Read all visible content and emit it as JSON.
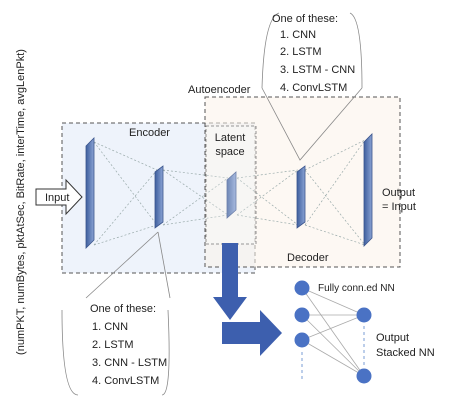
{
  "side_label": "(numPKT, numBytes, pktAtSec, BitRate, interTime, avgLenPkt)",
  "input_label": "Input",
  "autoencoder_label": "Autoencoder",
  "encoder_label": "Encoder",
  "latent_label_line1": "Latent",
  "latent_label_line2": "space",
  "decoder_label": "Decoder",
  "output_label_line1": "Output",
  "output_label_line2": "= Input",
  "top_options": {
    "title": "One of these:",
    "items": [
      "1. CNN",
      "2. LSTM",
      "3. LSTM - CNN",
      "4. ConvLSTM"
    ]
  },
  "bottom_options": {
    "title": "One of these:",
    "items": [
      "1. CNN",
      "2. LSTM",
      "3. CNN - LSTM",
      "4. ConvLSTM"
    ]
  },
  "fc_label": "Fully conn.ed NN",
  "stacked_label_line1": "Output",
  "stacked_label_line2": "Stacked NN",
  "colors": {
    "layer": "#6f89bd",
    "node": "#4a72c4",
    "arrow": "#3d5fae",
    "encoder_bg": "#eef3fb",
    "decoder_bg": "#fbf3ea"
  }
}
